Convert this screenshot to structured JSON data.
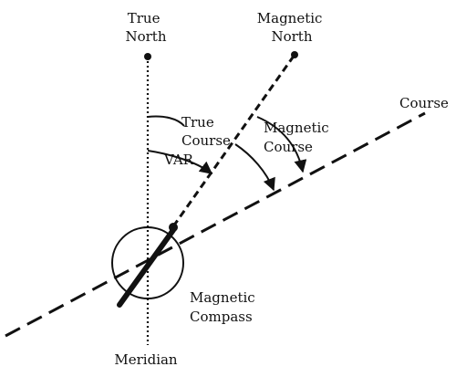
{
  "labels": {
    "true_north": [
      "True",
      "North"
    ],
    "magnetic_north": [
      "Magnetic",
      "North"
    ],
    "course": "Course",
    "true_course": [
      "True",
      "Course"
    ],
    "magnetic_course": [
      "Magnetic",
      "Course"
    ],
    "var": "VAR",
    "magnetic_compass": [
      "Magnetic",
      "Compass"
    ],
    "meridian": "Meridian"
  },
  "colors": {
    "line": "#111111",
    "background": "#ffffff"
  }
}
